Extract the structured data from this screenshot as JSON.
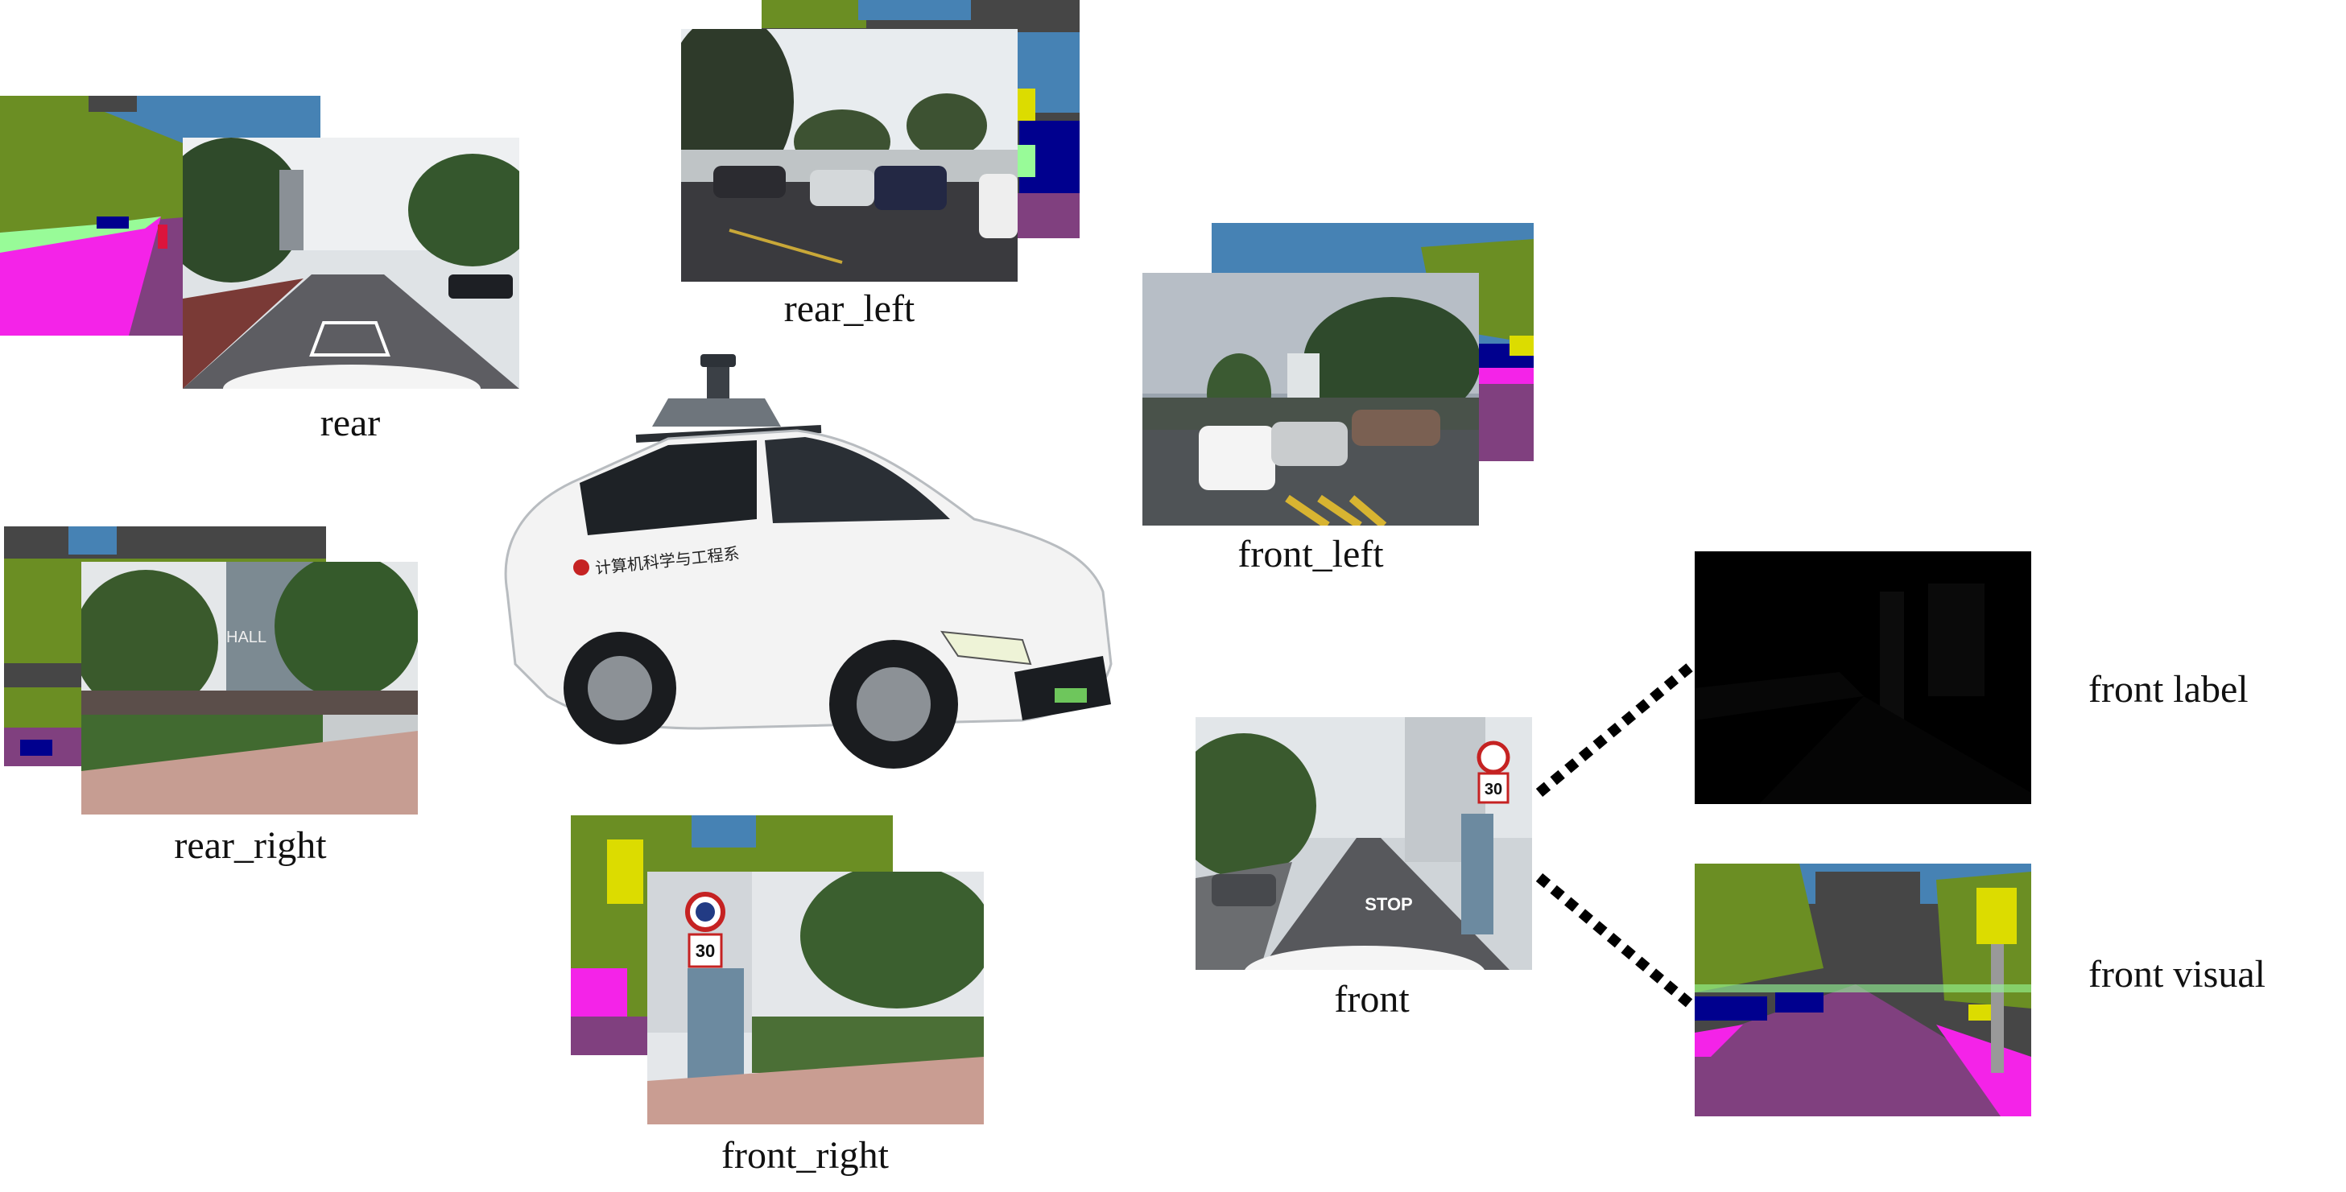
{
  "captions": {
    "rear": "rear",
    "rear_left": "rear_left",
    "front_left": "front_left",
    "rear_right": "rear_right",
    "front_right": "front_right",
    "front": "front",
    "front_label": "front label",
    "front_visual": "front visual"
  },
  "photo_text": {
    "stop": "STOP",
    "speed_limit": "30",
    "building": "HALL",
    "car_logo_text": "计算机科学与工程系"
  },
  "colors": {
    "vegetation": "#6b8e23",
    "sky": "#4682b4",
    "building": "#464646",
    "road": "#80407f",
    "sidewalk": "#f423e8",
    "car": "#00008e",
    "pole": "#999999",
    "traffic_sign": "#dcdc00",
    "terrain": "#98fb98",
    "person": "#dc143c",
    "label_bg": "#000000",
    "dot_line": "#000000"
  }
}
